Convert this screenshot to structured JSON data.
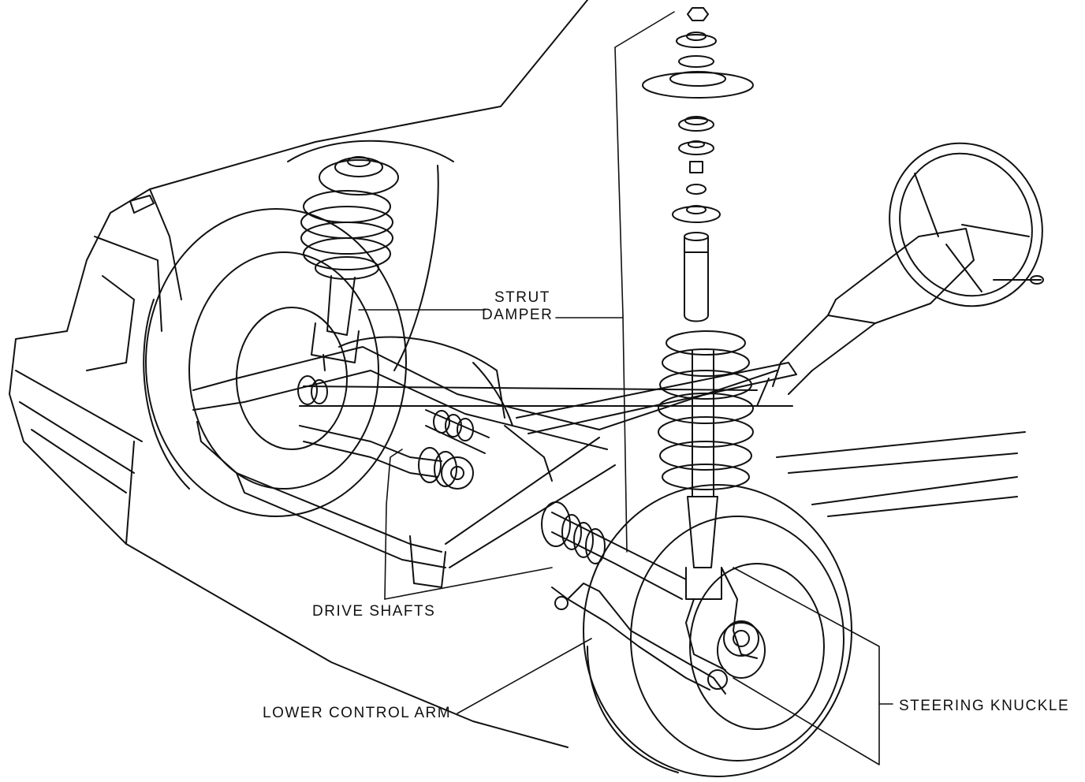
{
  "diagram": {
    "labels": {
      "strut_damper": [
        "STRUT",
        "DAMPER"
      ],
      "drive_shafts": "DRIVE SHAFTS",
      "lower_control_arm": "LOWER CONTROL ARM",
      "steering_knuckle": "STEERING KNUCKLE"
    }
  },
  "colors": {
    "ink": "#111111",
    "paper": "#ffffff"
  }
}
